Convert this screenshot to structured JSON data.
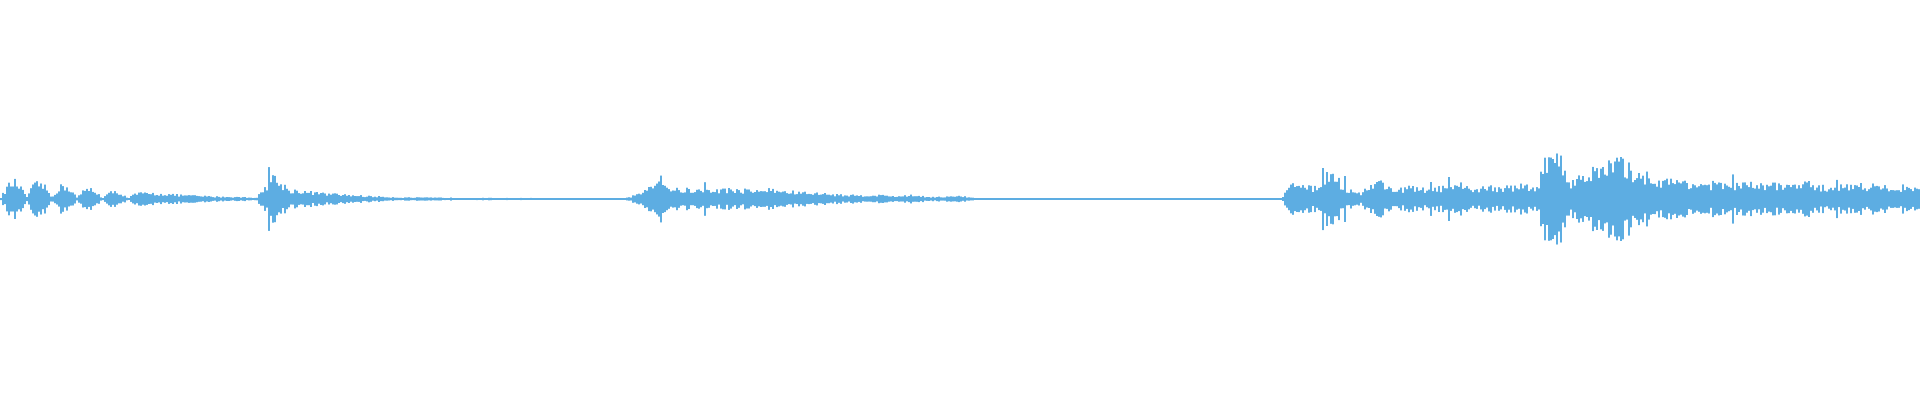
{
  "waveform": {
    "color": "#5dade2",
    "background": "#ffffff",
    "envelope": [
      0.085,
      0.09,
      0.085,
      0.08,
      0.07,
      0.06,
      0.05,
      0.04,
      0.035,
      0.03,
      0.028,
      0.022,
      0.018,
      0.014,
      0.012,
      0.01,
      0.008,
      0.12,
      0.05,
      0.04,
      0.03,
      0.025,
      0.02,
      0.015,
      0.012,
      0.008,
      0.008,
      0.007,
      0.007,
      0.006,
      0.006,
      0.005,
      0.005,
      0.005,
      0.003,
      0.003,
      0.003,
      0.003,
      0.003,
      0.003,
      0.03,
      0.11,
      0.05,
      0.05,
      0.045,
      0.05,
      0.05,
      0.045,
      0.05,
      0.04,
      0.035,
      0.03,
      0.025,
      0.02,
      0.02,
      0.02,
      0.015,
      0.02,
      0.012,
      0.012,
      0.015,
      0.004,
      0.004,
      0.004,
      0.004,
      0.004,
      0.004,
      0.004,
      0.004,
      0.004,
      0.004,
      0.004,
      0.004,
      0.004,
      0.004,
      0.004,
      0.004,
      0.004,
      0.004,
      0.004,
      0.004,
      0.11,
      0.05,
      0.15,
      0.06,
      0.03,
      0.1,
      0.05,
      0.06,
      0.05,
      0.06,
      0.06,
      0.055,
      0.065,
      0.06,
      0.07,
      0.065,
      0.3,
      0.09,
      0.14,
      0.15,
      0.2,
      0.15,
      0.12,
      0.09,
      0.1,
      0.08,
      0.08,
      0.07,
      0.08,
      0.07,
      0.08,
      0.07,
      0.08,
      0.06,
      0.07,
      0.075,
      0.07,
      0.06,
      0.065
    ]
  }
}
